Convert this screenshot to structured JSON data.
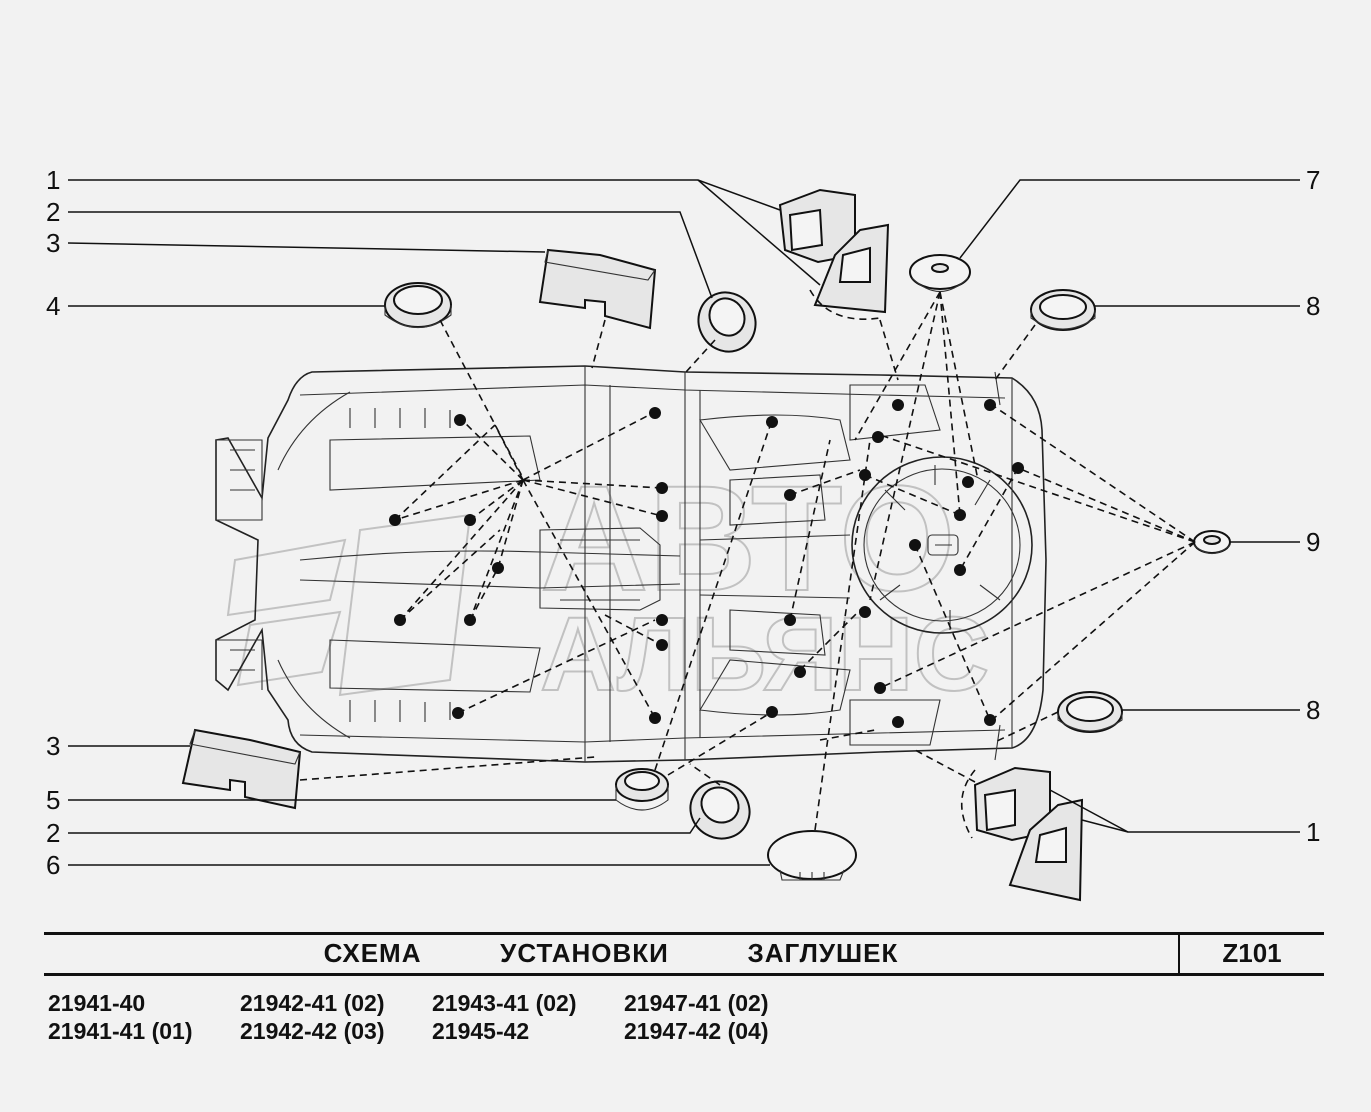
{
  "title": "СХЕМА   УСТАНОВКИ   ЗАГЛУШЕК",
  "code": "Z101",
  "watermark": [
    "АВТО",
    "АЛЬЯНС"
  ],
  "callouts": {
    "left_1": "1",
    "left_2": "2",
    "left_3": "3",
    "left_4": "4",
    "left_3b": "3",
    "left_5": "5",
    "left_2b": "2",
    "left_6": "6",
    "right_7": "7",
    "right_8": "8",
    "right_9": "9",
    "right_8b": "8",
    "right_1b": "1"
  },
  "variants": [
    [
      "21941-40",
      "21941-41 (01)"
    ],
    [
      "21942-41 (02)",
      "21942-42 (03)"
    ],
    [
      "21943-41 (02)",
      "21945-42"
    ],
    [
      "21947-41 (02)",
      "21947-42 (04)"
    ]
  ]
}
